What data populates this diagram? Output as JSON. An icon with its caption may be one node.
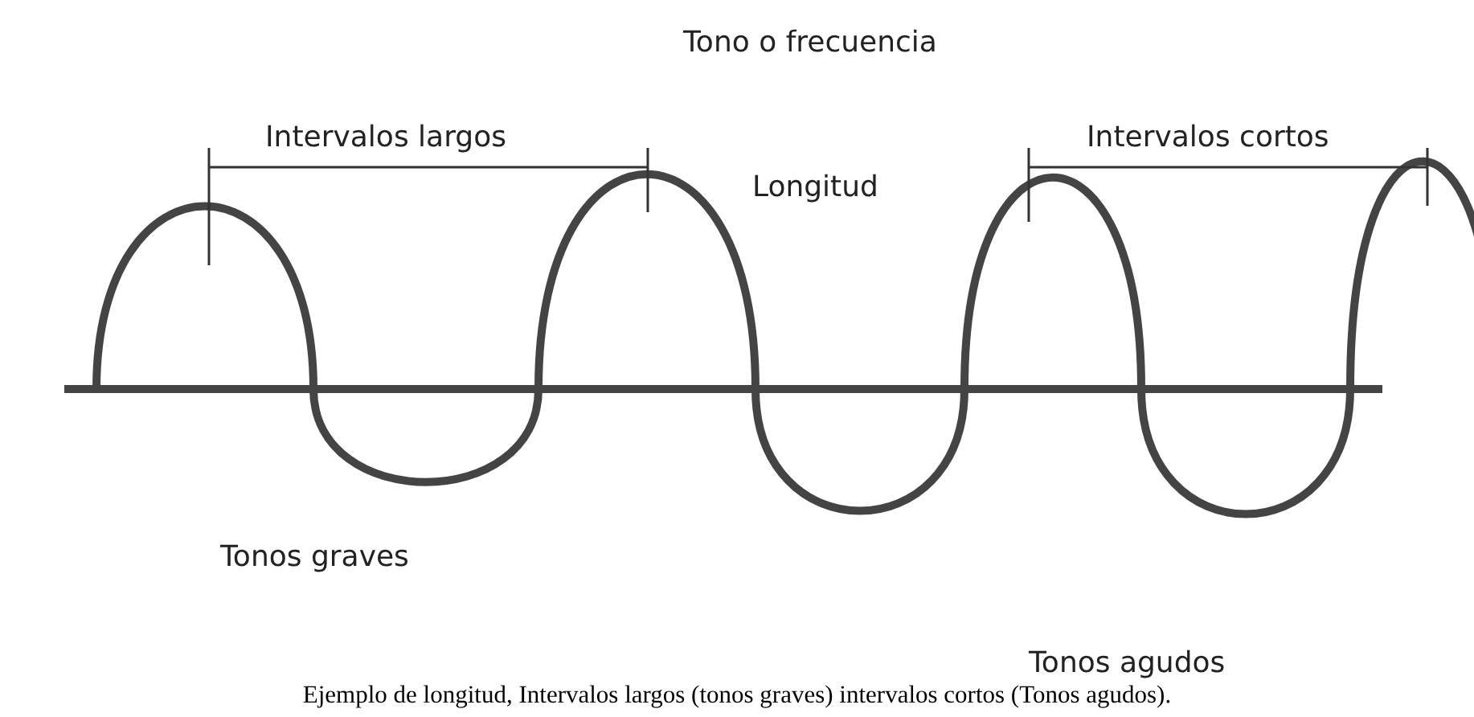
{
  "diagram": {
    "title": "Tono o frecuencia",
    "caption": "Ejemplo de longitud, Intervalos largos (tonos graves) intervalos cortos (Tonos agudos).",
    "labels": [
      "Intervalos largos",
      "Longitud",
      "Intervalos cortos",
      "Tonos graves",
      "Tonos agudos"
    ]
  }
}
